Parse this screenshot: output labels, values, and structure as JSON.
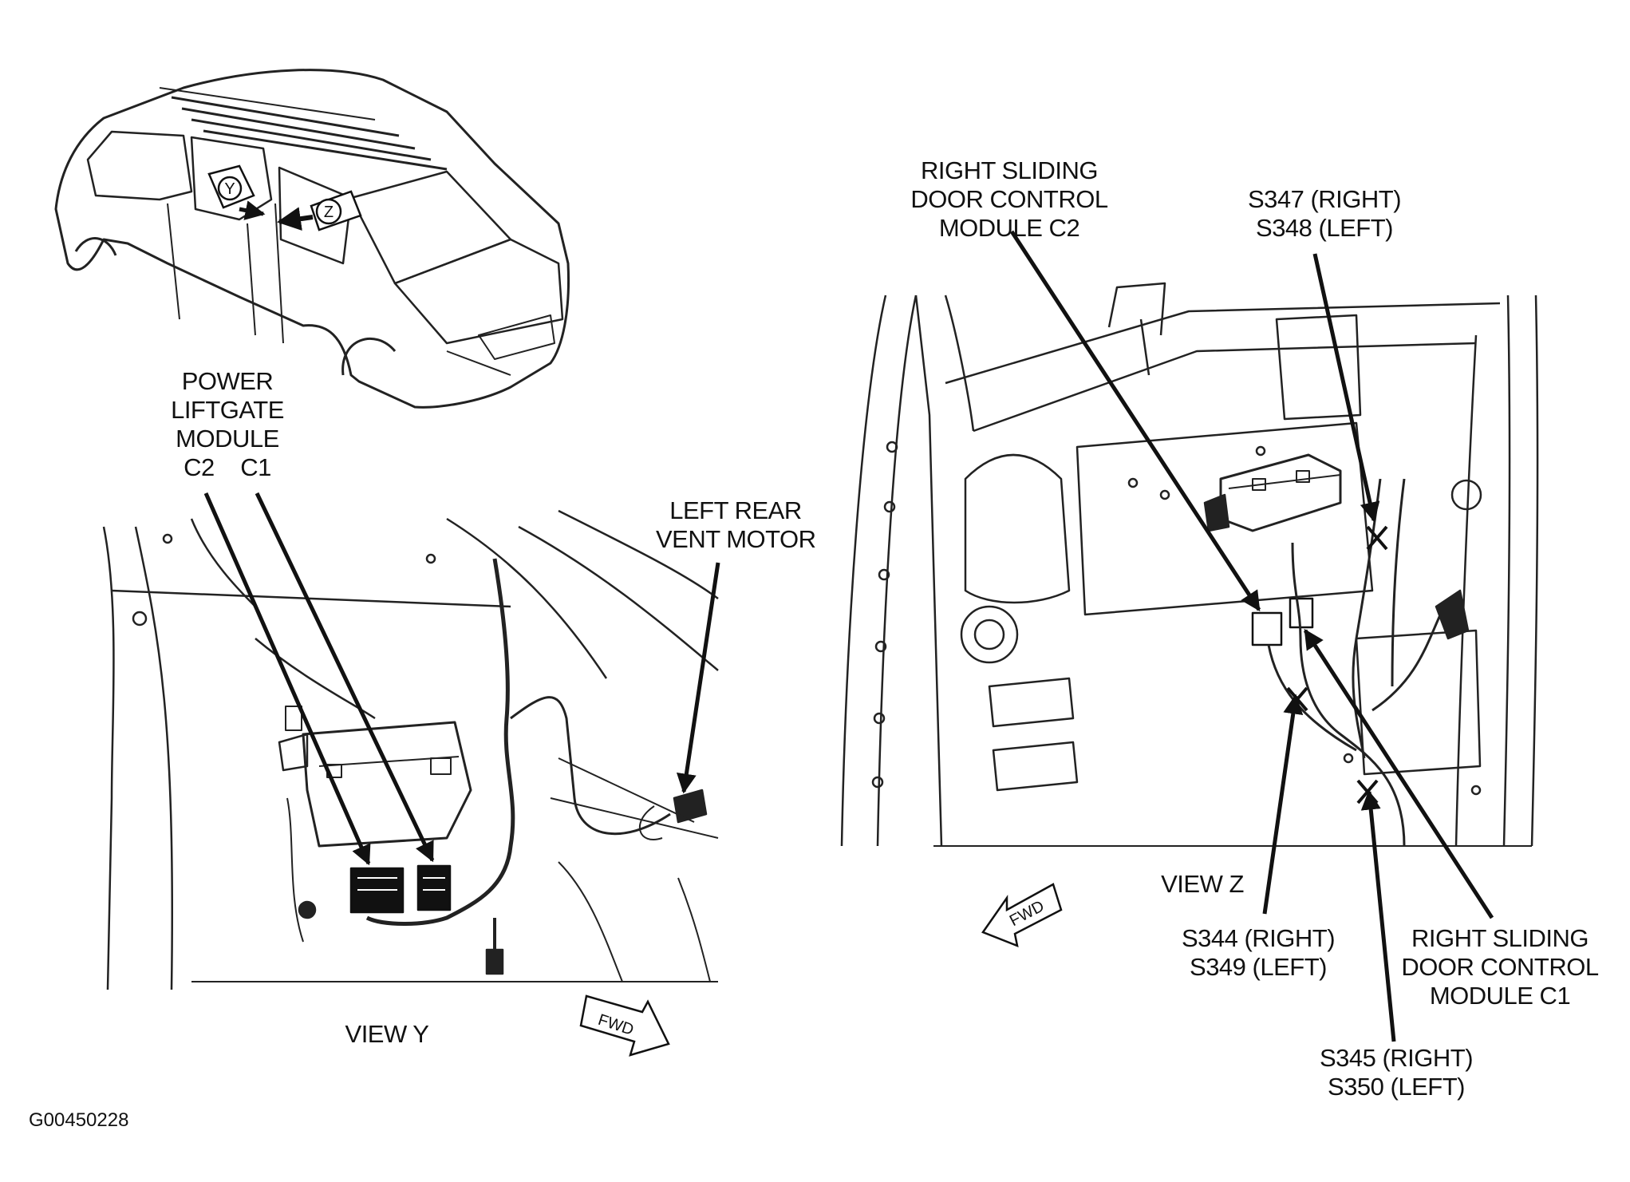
{
  "figure_code": "G00450228",
  "vehicle": {
    "markers": [
      "Y",
      "Z"
    ]
  },
  "view_y": {
    "caption": "VIEW Y",
    "fwd_tag": "FWD",
    "power_liftgate_label": [
      "POWER",
      "LIFTGATE",
      "MODULE",
      "C2    C1"
    ],
    "left_rear_vent_label": [
      "LEFT REAR",
      "VENT MOTOR"
    ]
  },
  "view_z": {
    "caption": "VIEW Z",
    "fwd_tag": "FWD",
    "rsdcm_c2_label": [
      "RIGHT SLIDING",
      "DOOR CONTROL",
      "MODULE C2"
    ],
    "s347_label": [
      "S347 (RIGHT)",
      "S348 (LEFT)"
    ],
    "s344_label": [
      "S344 (RIGHT)",
      "S349 (LEFT)"
    ],
    "rsdcm_c1_label": [
      "RIGHT SLIDING",
      "DOOR CONTROL",
      "MODULE C1"
    ],
    "s345_label": [
      "S345 (RIGHT)",
      "S350 (LEFT)"
    ]
  }
}
